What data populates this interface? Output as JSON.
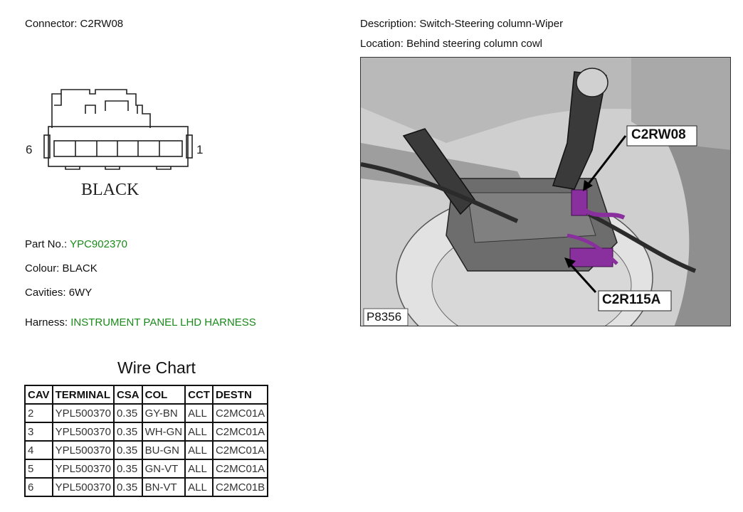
{
  "header": {
    "connector_label": "Connector:",
    "connector_value": "C2RW08",
    "description_label": "Description:",
    "description_value": "Switch-Steering column-Wiper",
    "location_label": "Location:",
    "location_value": "Behind steering column cowl"
  },
  "connector_diagram": {
    "pin_left": "6",
    "pin_right": "1",
    "colour_text": "BLACK"
  },
  "details": {
    "part_no_label": "Part No.:",
    "part_no_value": "YPC902370",
    "colour_label": "Colour:",
    "colour_value": "BLACK",
    "cavities_label": "Cavities:",
    "cavities_value": "6WY",
    "harness_label": "Harness:",
    "harness_value": "INSTRUMENT PANEL LHD HARNESS",
    "link_color": "#1a8a1a"
  },
  "photo": {
    "callout_top": "C2RW08",
    "callout_bottom": "C2R115A",
    "ref": "P8356",
    "connector_color": "#8a2f9e"
  },
  "wire_chart": {
    "title": "Wire Chart",
    "headers": [
      "CAV",
      "TERMINAL",
      "CSA",
      "COL",
      "CCT",
      "DESTN"
    ],
    "rows": [
      [
        "2",
        "YPL500370",
        "0.35",
        "GY-BN",
        "ALL",
        "C2MC01A"
      ],
      [
        "3",
        "YPL500370",
        "0.35",
        "WH-GN",
        "ALL",
        "C2MC01A"
      ],
      [
        "4",
        "YPL500370",
        "0.35",
        "BU-GN",
        "ALL",
        "C2MC01A"
      ],
      [
        "5",
        "YPL500370",
        "0.35",
        "GN-VT",
        "ALL",
        "C2MC01A"
      ],
      [
        "6",
        "YPL500370",
        "0.35",
        "BN-VT",
        "ALL",
        "C2MC01B"
      ]
    ]
  }
}
